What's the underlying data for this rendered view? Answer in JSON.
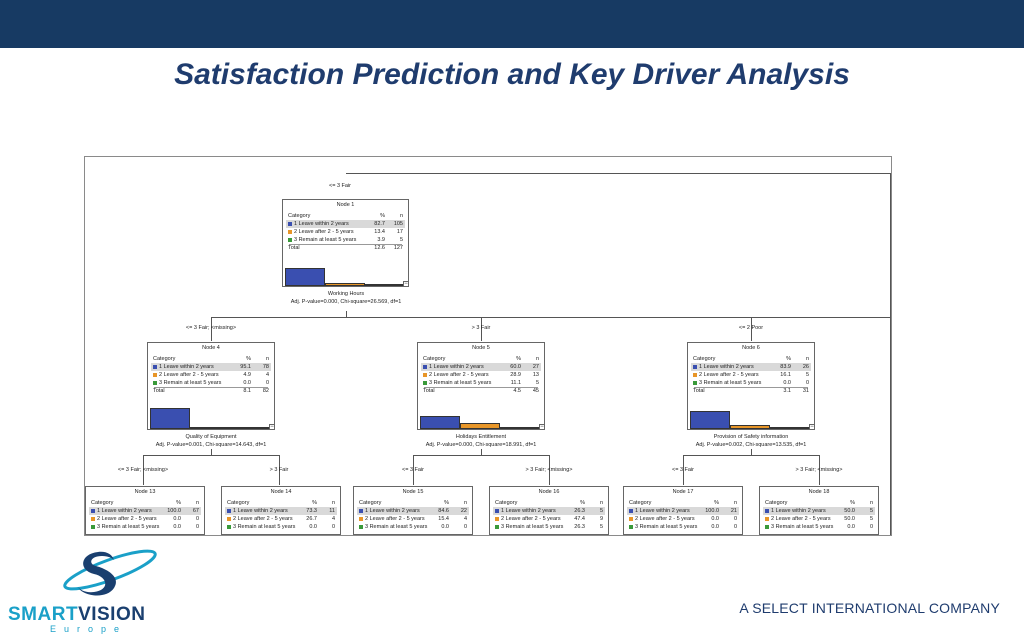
{
  "slide": {
    "title": "Satisfaction Prediction and Key Driver Analysis",
    "footer": "A SELECT INTERNATIONAL COMPANY",
    "logo": {
      "word1": "SMART",
      "word2": "VISION",
      "sub": "Europe",
      "icon": "swirl-logo-icon"
    }
  },
  "colors": {
    "cat1": "#3a4fb0",
    "cat2": "#e89628",
    "cat3": "#3a9a3a",
    "header": "#173a63",
    "title": "#1f3c6e"
  },
  "tree": {
    "branch_top": "<= 3 Fair",
    "header": {
      "category": "Category",
      "pct": "%",
      "n": "n"
    },
    "total_label": "Total",
    "splits": [
      {
        "var": "Working Hours",
        "stat": "Adj. P-value=0.000, Chi-square=26.569, df=1"
      },
      {
        "var": "Quality of Equipment",
        "stat": "Adj. P-value=0.001, Chi-square=14.643, df=1"
      },
      {
        "var": "Holidays Entitlement",
        "stat": "Adj. P-value=0.000, Chi-square=18.991, df=1"
      },
      {
        "var": "Provision of Safety information",
        "stat": "Adj. P-value=0.002, Chi-square=13.535, df=1"
      }
    ],
    "branches": {
      "b4": "<= 3 Fair; <missing>",
      "b5": "> 3 Fair",
      "b6": "<= 2 Poor",
      "b13": "<= 3 Fair; <missing>",
      "b14": "> 3 Fair",
      "b15": "<= 3 Fair",
      "b16": "> 3 Fair; <missing>",
      "b17": "<= 3 Fair",
      "b18": "> 3 Fair; <missing>"
    },
    "nodes": {
      "n1": {
        "title": "Node 1",
        "rows": [
          {
            "cat": "1 Leave within 2 years",
            "pct": "82.7",
            "n": "105"
          },
          {
            "cat": "2 Leave after 2 - 5 years",
            "pct": "13.4",
            "n": "17"
          },
          {
            "cat": "3 Remain at least 5 years",
            "pct": "3.9",
            "n": "5"
          }
        ],
        "total_pct": "12.6",
        "total_n": "127",
        "bar_values": [
          82.7,
          13.4,
          3.9
        ]
      },
      "n4": {
        "title": "Node 4",
        "rows": [
          {
            "cat": "1 Leave within 2 years",
            "pct": "95.1",
            "n": "78"
          },
          {
            "cat": "2 Leave after 2 - 5 years",
            "pct": "4.9",
            "n": "4"
          },
          {
            "cat": "3 Remain at least 5 years",
            "pct": "0.0",
            "n": "0"
          }
        ],
        "total_pct": "8.1",
        "total_n": "82",
        "bar_values": [
          95.1,
          4.9,
          0.0
        ]
      },
      "n5": {
        "title": "Node 5",
        "rows": [
          {
            "cat": "1 Leave within 2 years",
            "pct": "60.0",
            "n": "27"
          },
          {
            "cat": "2 Leave after 2 - 5 years",
            "pct": "28.9",
            "n": "13"
          },
          {
            "cat": "3 Remain at least 5 years",
            "pct": "11.1",
            "n": "5"
          }
        ],
        "total_pct": "4.5",
        "total_n": "45",
        "bar_values": [
          60.0,
          28.9,
          11.1
        ]
      },
      "n6": {
        "title": "Node 6",
        "rows": [
          {
            "cat": "1 Leave within 2 years",
            "pct": "83.9",
            "n": "26"
          },
          {
            "cat": "2 Leave after 2 - 5 years",
            "pct": "16.1",
            "n": "5"
          },
          {
            "cat": "3 Remain at least 5 years",
            "pct": "0.0",
            "n": "0"
          }
        ],
        "total_pct": "3.1",
        "total_n": "31",
        "bar_values": [
          83.9,
          16.1,
          0.0
        ]
      },
      "n13": {
        "title": "Node 13",
        "rows": [
          {
            "cat": "1 Leave within 2 years",
            "pct": "100.0",
            "n": "67"
          },
          {
            "cat": "2 Leave after 2 - 5 years",
            "pct": "0.0",
            "n": "0"
          },
          {
            "cat": "3 Remain at least 5 years",
            "pct": "0.0",
            "n": "0"
          }
        ]
      },
      "n14": {
        "title": "Node 14",
        "rows": [
          {
            "cat": "1 Leave within 2 years",
            "pct": "73.3",
            "n": "11"
          },
          {
            "cat": "2 Leave after 2 - 5 years",
            "pct": "26.7",
            "n": "4"
          },
          {
            "cat": "3 Remain at least 5 years",
            "pct": "0.0",
            "n": "0"
          }
        ]
      },
      "n15": {
        "title": "Node 15",
        "rows": [
          {
            "cat": "1 Leave within 2 years",
            "pct": "84.6",
            "n": "22"
          },
          {
            "cat": "2 Leave after 2 - 5 years",
            "pct": "15.4",
            "n": "4"
          },
          {
            "cat": "3 Remain at least 5 years",
            "pct": "0.0",
            "n": "0"
          }
        ]
      },
      "n16": {
        "title": "Node 16",
        "rows": [
          {
            "cat": "1 Leave within 2 years",
            "pct": "26.3",
            "n": "5"
          },
          {
            "cat": "2 Leave after 2 - 5 years",
            "pct": "47.4",
            "n": "9"
          },
          {
            "cat": "3 Remain at least 5 years",
            "pct": "26.3",
            "n": "5"
          }
        ]
      },
      "n17": {
        "title": "Node 17",
        "rows": [
          {
            "cat": "1 Leave within 2 years",
            "pct": "100.0",
            "n": "21"
          },
          {
            "cat": "2 Leave after 2 - 5 years",
            "pct": "0.0",
            "n": "0"
          },
          {
            "cat": "3 Remain at least 5 years",
            "pct": "0.0",
            "n": "0"
          }
        ]
      },
      "n18": {
        "title": "Node 18",
        "rows": [
          {
            "cat": "1 Leave within 2 years",
            "pct": "50.0",
            "n": "5"
          },
          {
            "cat": "2 Leave after 2 - 5 years",
            "pct": "50.0",
            "n": "5"
          },
          {
            "cat": "3 Remain at least 5 years",
            "pct": "0.0",
            "n": "0"
          }
        ]
      }
    }
  }
}
